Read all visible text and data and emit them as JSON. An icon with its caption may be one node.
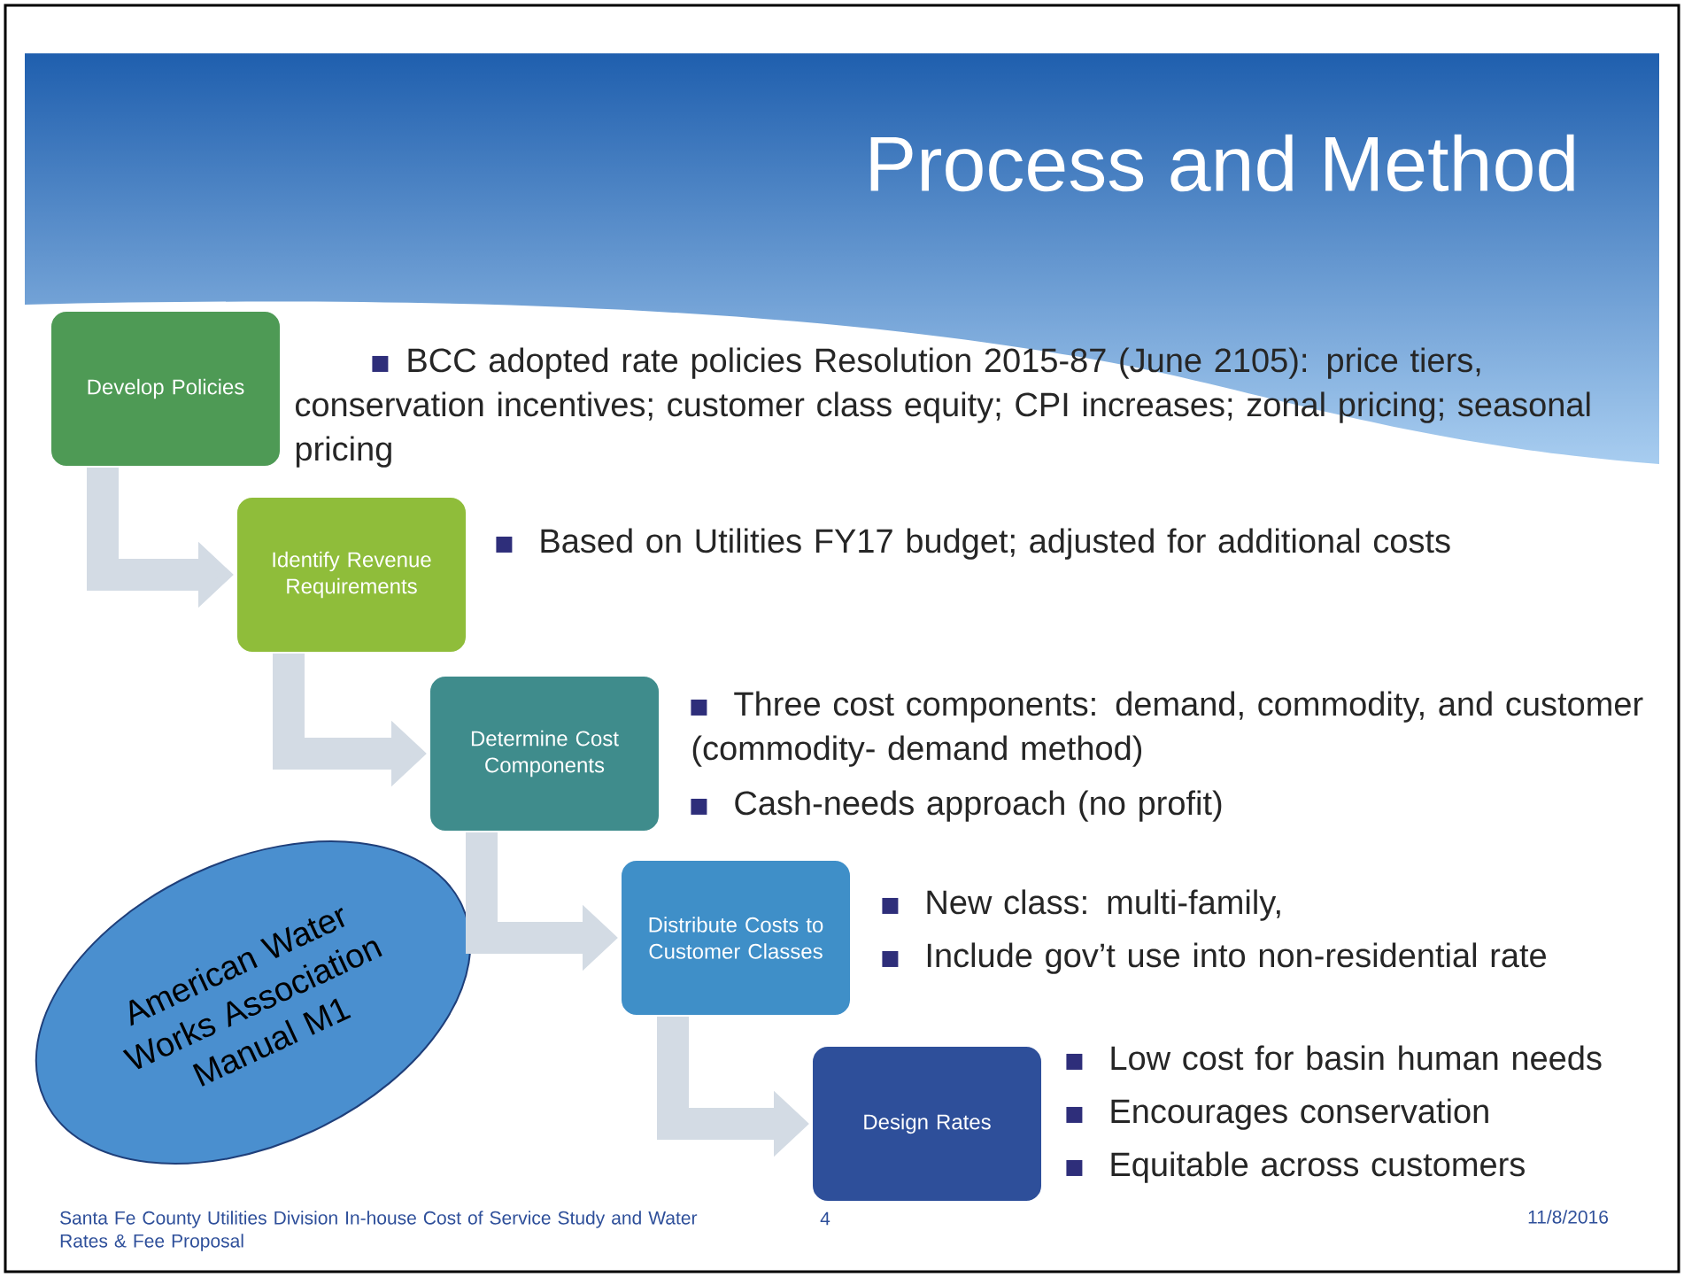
{
  "diagram": {
    "title": "Process and Method",
    "nodes": [
      {
        "text": [
          "Develop Policies"
        ],
        "beside": [
          "BCC adopted rate policies Resolution 2015-87 (June 2105): price tiers, conservation incentives; customer class equity; CPI increases; zonal pricing; seasonal pricing"
        ]
      },
      {
        "text": [
          "Identify Revenue Requirements"
        ],
        "beside": [
          "Based on Utilities FY17 budget; adjusted for additional costs"
        ]
      },
      {
        "text": [
          "Determine Cost Components"
        ],
        "beside": [
          "Three cost components: demand, commodity, and customer (commodity- demand method)",
          "Cash-needs approach (no profit)"
        ]
      },
      {
        "text": [
          "Distribute Costs to Customer Classes"
        ],
        "beside": [
          "New class: multi-family,",
          "Include gov’t use into non-residential rate"
        ]
      },
      {
        "text": [
          "Design Rates"
        ],
        "beside": [
          "Low cost for basin human needs",
          "Encourages conservation",
          "Equitable across customers"
        ]
      },
      {
        "text": [
          "American Water Works Association Manual M1"
        ]
      }
    ],
    "edges": [
      {
        "from": 0,
        "to": 1,
        "arrow": "to"
      },
      {
        "from": 1,
        "to": 2,
        "arrow": "to"
      },
      {
        "from": 2,
        "to": 3,
        "arrow": "to"
      },
      {
        "from": 3,
        "to": 4,
        "arrow": "to"
      }
    ],
    "labels": [
      "Santa Fe County Utilities Division In-house Cost of Service Study and Water Rates & Fee Proposal",
      "4",
      "11/8/2016"
    ]
  }
}
